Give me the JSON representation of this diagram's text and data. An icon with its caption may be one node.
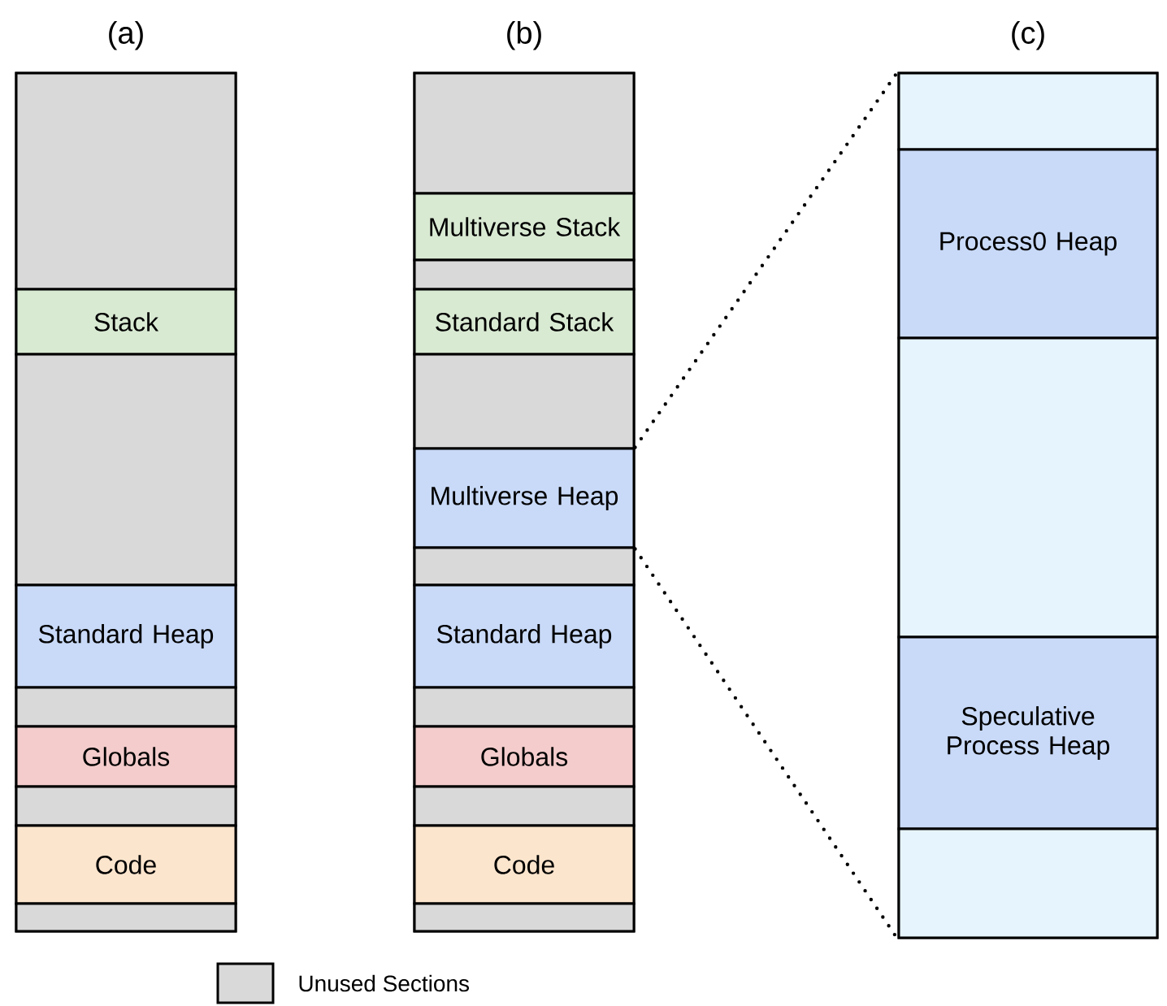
{
  "diagram": {
    "nodes": [
      {
        "text": [
          "(a)"
        ]
      },
      {
        "text": [],
        "shape": "box",
        "in": 0
      },
      {
        "text": [
          "Stack"
        ],
        "in": 0
      },
      {
        "text": [],
        "shape": "box",
        "in": 0
      },
      {
        "text": [
          "Standard Heap"
        ],
        "in": 0
      },
      {
        "text": [],
        "shape": "box",
        "in": 0
      },
      {
        "text": [
          "Globals"
        ],
        "in": 0
      },
      {
        "text": [],
        "shape": "box",
        "in": 0
      },
      {
        "text": [
          "Code"
        ],
        "in": 0
      },
      {
        "text": [],
        "shape": "box",
        "in": 0
      },
      {
        "text": [
          "(b)"
        ]
      },
      {
        "text": [],
        "shape": "box",
        "in": 10
      },
      {
        "text": [
          "Multiverse Stack"
        ],
        "in": 10
      },
      {
        "text": [],
        "shape": "box",
        "in": 10
      },
      {
        "text": [
          "Standard Stack"
        ],
        "in": 10
      },
      {
        "text": [],
        "shape": "box",
        "in": 10
      },
      {
        "text": [
          "Multiverse Heap"
        ],
        "in": 10
      },
      {
        "text": [],
        "shape": "box",
        "in": 10
      },
      {
        "text": [
          "Standard Heap"
        ],
        "in": 10
      },
      {
        "text": [],
        "shape": "box",
        "in": 10
      },
      {
        "text": [
          "Globals"
        ],
        "in": 10
      },
      {
        "text": [],
        "shape": "box",
        "in": 10
      },
      {
        "text": [
          "Code"
        ],
        "in": 10
      },
      {
        "text": [],
        "shape": "box",
        "in": 10
      },
      {
        "text": [
          "(c)"
        ]
      },
      {
        "text": [],
        "shape": "box",
        "in": 24
      },
      {
        "text": [
          "Process0 Heap"
        ],
        "in": 24
      },
      {
        "text": [],
        "shape": "box",
        "in": 24
      },
      {
        "text": [
          "Speculative Process Heap"
        ],
        "in": 24
      },
      {
        "text": [],
        "shape": "box",
        "in": 24
      }
    ],
    "edges": [
      {
        "from": 16,
        "to": 24,
        "arrow": "none",
        "style": "dashed"
      },
      {
        "from": 16,
        "to": 24,
        "arrow": "none",
        "style": "dashed"
      }
    ],
    "legend": [
      {
        "text": "Unused Sections",
        "color": "#d9d9d9"
      }
    ]
  }
}
